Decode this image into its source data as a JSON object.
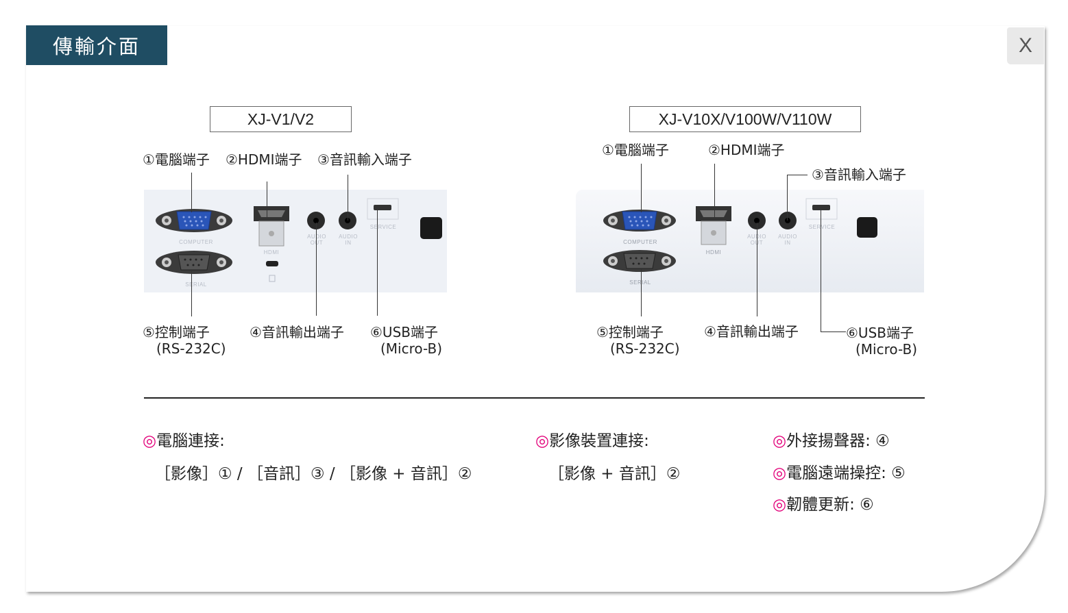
{
  "window": {
    "title": "傳輸介面",
    "close_label": "X"
  },
  "left": {
    "model": "XJ-V1/V2",
    "labels": {
      "computer": "①電腦端子",
      "hdmi": "②HDMI端子",
      "audio_in": "③音訊輸入端子",
      "control": "⑤控制端子",
      "control_sub": "(RS-232C)",
      "audio_out": "④音訊輸出端子",
      "usb": "⑥USB端子",
      "usb_sub": "(Micro-B)"
    },
    "panel_text": {
      "computer": "COMPUTER",
      "serial": "SERIAL",
      "hdmi": "HDMI",
      "audio_out": "AUDIO\nOUT",
      "audio_in": "AUDIO\nIN",
      "service": "SERVICE"
    }
  },
  "right": {
    "model": "XJ-V10X/V100W/V110W",
    "labels": {
      "computer": "①電腦端子",
      "hdmi": "②HDMI端子",
      "audio_in": "③音訊輸入端子",
      "control": "⑤控制端子",
      "control_sub": "(RS-232C)",
      "audio_out": "④音訊輸出端子",
      "usb": "⑥USB端子",
      "usb_sub": "(Micro-B)"
    },
    "panel_text": {
      "computer": "COMPUTER",
      "serial": "SERIAL",
      "hdmi": "HDMI",
      "audio_out": "AUDIO\nOUT",
      "audio_in": "AUDIO\nIN",
      "service": "SERVICE"
    }
  },
  "notes": {
    "mark": "◎",
    "pc_title": "電腦連接:",
    "pc_detail": "［影像］① / ［音訊］③ / ［影像 + 音訊］②",
    "video_title": "影像裝置連接:",
    "video_detail": "［影像 + 音訊］②",
    "speaker": "外接揚聲器: ④",
    "remote": "電腦遠端操控: ⑤",
    "firmware": "韌體更新: ⑥"
  },
  "colors": {
    "title_bg": "#1f4d63",
    "mark": "#e2007a",
    "vga_blue": "#2a55b8"
  }
}
